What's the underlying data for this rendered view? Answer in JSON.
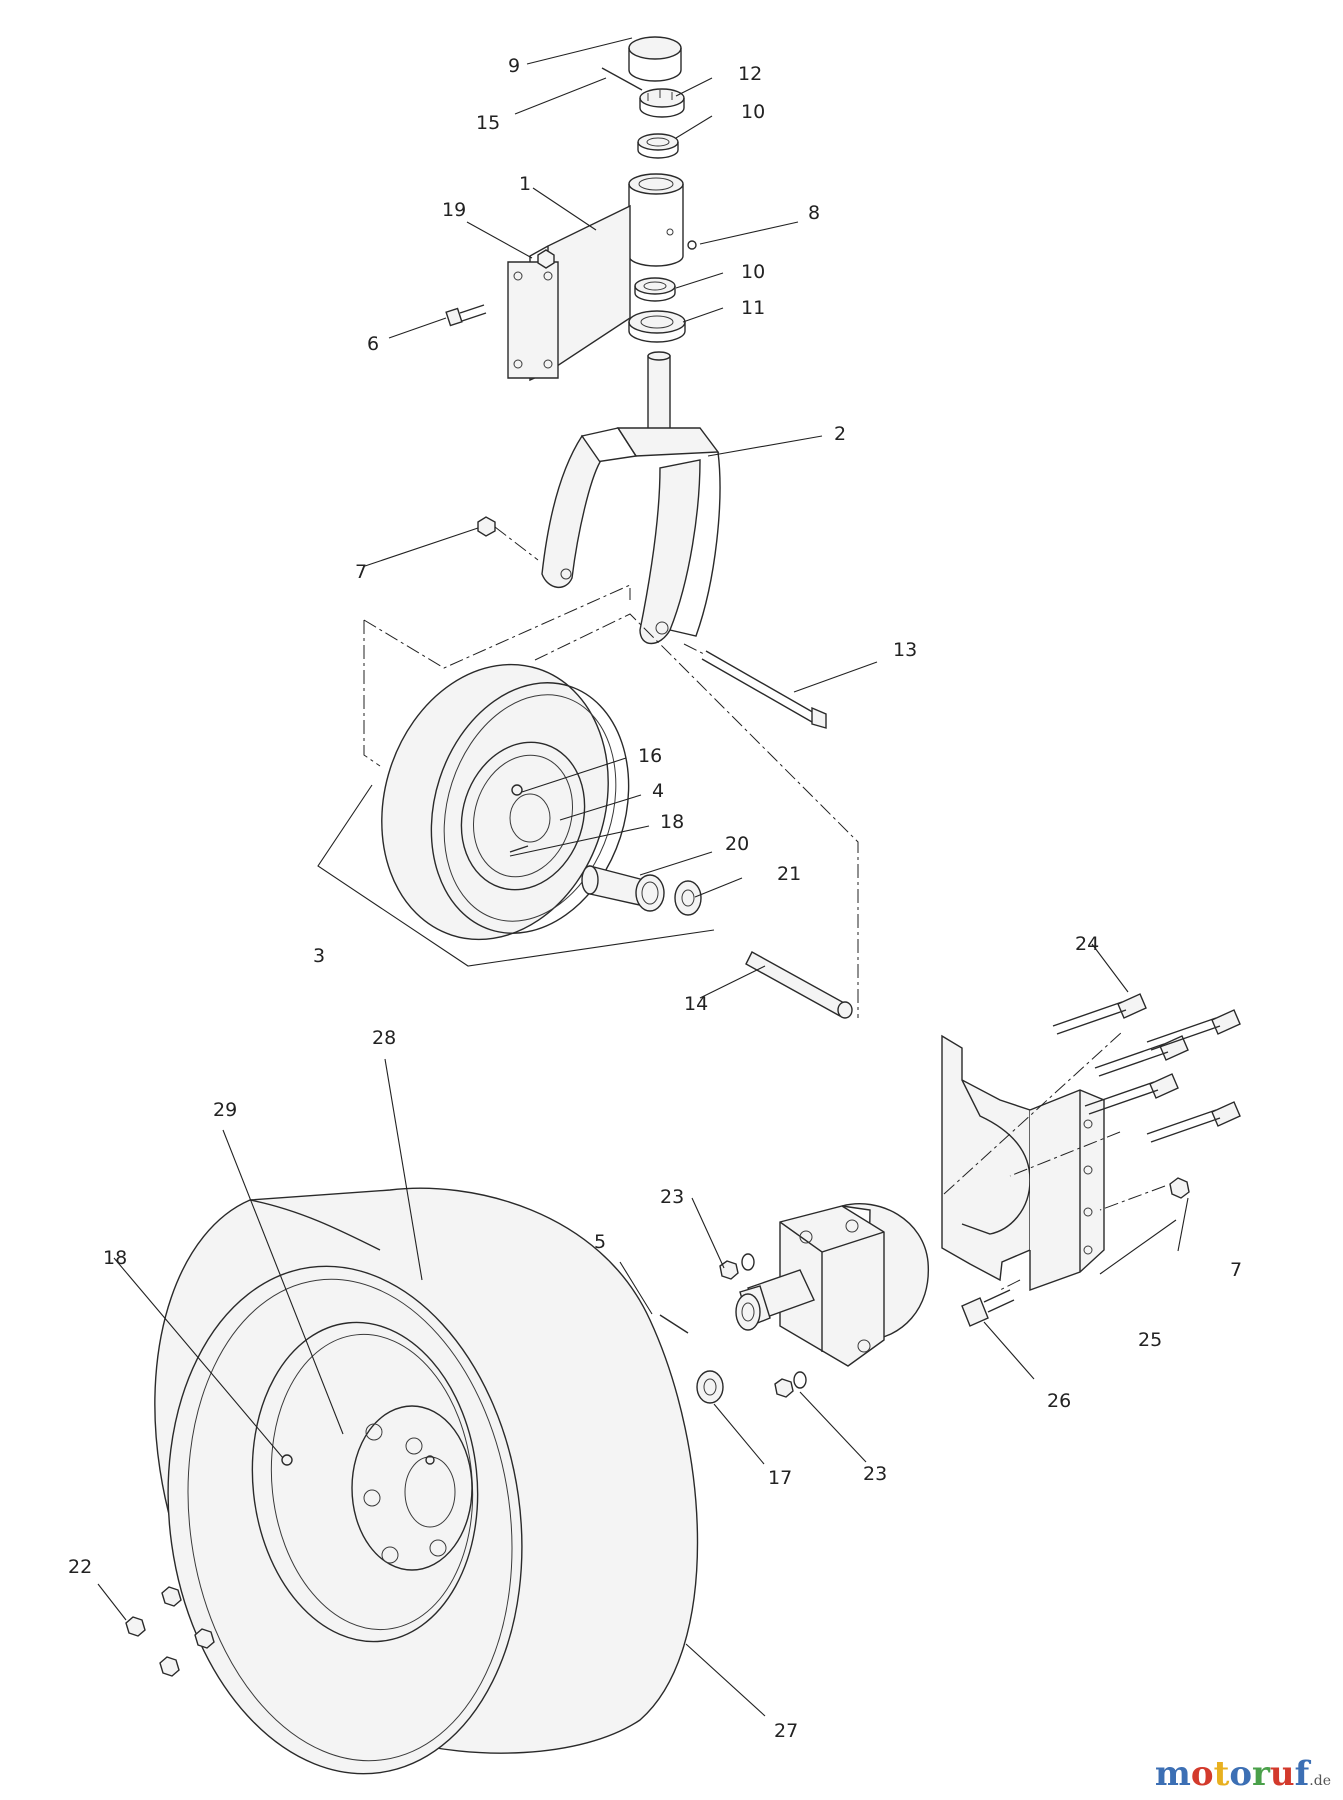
{
  "labels": {
    "p1": "1",
    "p2": "2",
    "p3": "3",
    "p4": "4",
    "p5": "5",
    "p6": "6",
    "p7a": "7",
    "p7b": "7",
    "p8": "8",
    "p9": "9",
    "p10a": "10",
    "p10b": "10",
    "p11": "11",
    "p12": "12",
    "p13": "13",
    "p14": "14",
    "p15": "15",
    "p16": "16",
    "p17": "17",
    "p18a": "18",
    "p18b": "18",
    "p19": "19",
    "p20": "20",
    "p21": "21",
    "p22": "22",
    "p23a": "23",
    "p23b": "23",
    "p24": "24",
    "p25": "25",
    "p26": "26",
    "p27": "27",
    "p28": "28",
    "p29": "29"
  },
  "watermark": {
    "letters": [
      "m",
      "o",
      "t",
      "o",
      "r",
      "u",
      "f"
    ],
    "letter_colors": [
      "#3c6fb4",
      "#d33a2c",
      "#e8b020",
      "#3c6fb4",
      "#4aa04a",
      "#d33a2c",
      "#3c6fb4"
    ],
    "tld": ".de"
  }
}
